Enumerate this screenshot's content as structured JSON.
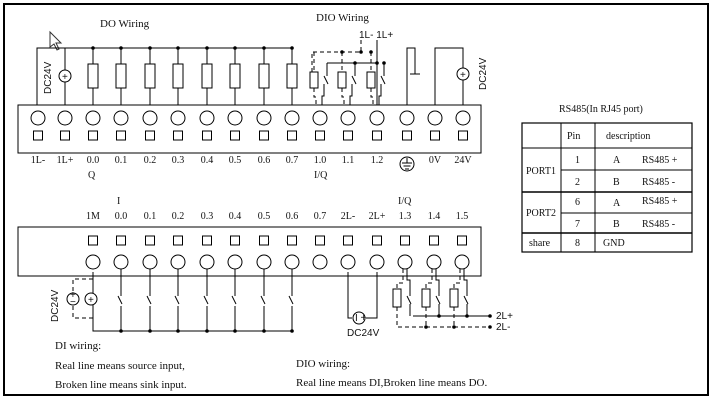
{
  "titles": {
    "do_wiring": "DO Wiring",
    "dio_wiring": "DIO Wiring",
    "dio_common": "1L-  1L+",
    "rs485_title": "RS485(In RJ45 port)"
  },
  "supplies": {
    "top_left": "DC24V",
    "top_right": "DC24V",
    "bottom_left": "DC24V",
    "bottom_mid": "DC24V"
  },
  "top_terminals": {
    "labels": [
      "1L-",
      "1L+",
      "0.0",
      "0.1",
      "0.2",
      "0.3",
      "0.4",
      "0.5",
      "0.6",
      "0.7",
      "1.0",
      "1.1",
      "1.2",
      "ground",
      "0V",
      "24V"
    ],
    "group_label_q": "Q",
    "group_label_iq": "I/Q"
  },
  "bottom_terminals": {
    "labels": [
      "1M",
      "0.0",
      "0.1",
      "0.2",
      "0.3",
      "0.4",
      "0.5",
      "0.6",
      "0.7",
      "2L-",
      "2L+",
      "1.3",
      "1.4",
      "1.5"
    ],
    "group_label_i": "I",
    "group_label_iq": "I/Q",
    "bus_plus": "2L+",
    "bus_minus": "2L-"
  },
  "rs485_table": {
    "headers": [
      "",
      "Pin",
      "description"
    ],
    "rows": [
      {
        "port": "PORT1",
        "pin": "1",
        "signal": "A",
        "desc": "RS485 +"
      },
      {
        "port": "",
        "pin": "2",
        "signal": "B",
        "desc": "RS485 -"
      },
      {
        "port": "PORT2",
        "pin": "6",
        "signal": "A",
        "desc": "RS485 +"
      },
      {
        "port": "",
        "pin": "7",
        "signal": "B",
        "desc": "RS485 -"
      },
      {
        "port": "share",
        "pin": "8",
        "signal": "GND",
        "desc": ""
      }
    ]
  },
  "notes": {
    "di_title": "DI wiring:",
    "di_line1": "Real line means source input,",
    "di_line2": "Broken line means sink input.",
    "dio_title": "DIO wiring:",
    "dio_line1": "Real line means DI,Broken line means DO."
  }
}
